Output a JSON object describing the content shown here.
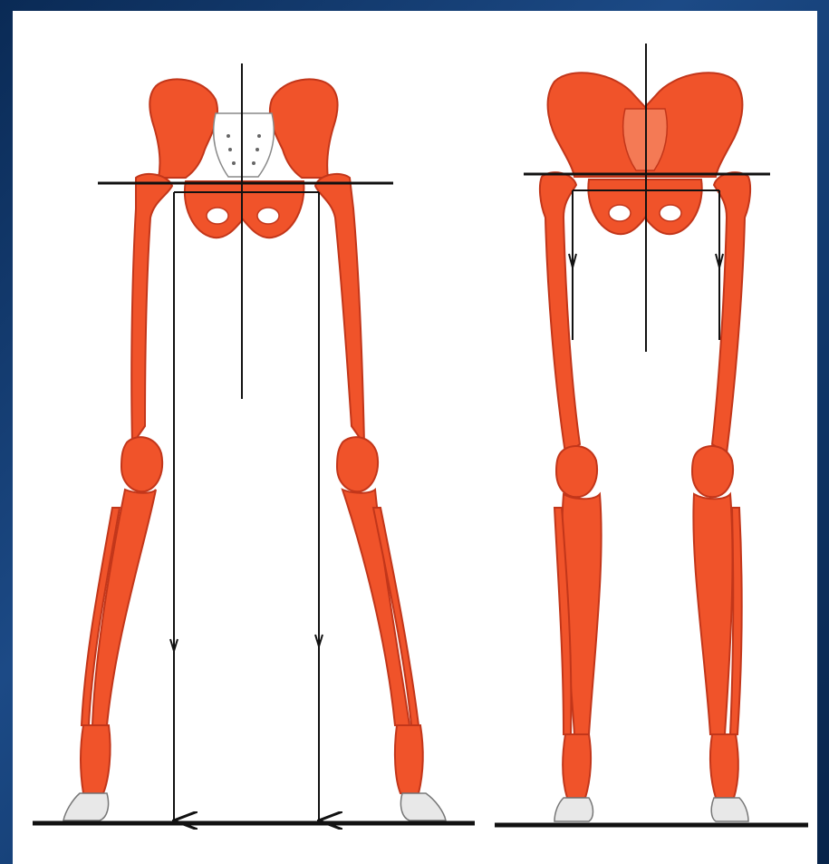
{
  "figure": {
    "colors": {
      "bone_fill": "#f0532a",
      "bone_stroke": "#c2361a",
      "sacrum_fill": "#ffffff",
      "line": "#111111",
      "background": "#ffffff",
      "frame": "#0d2f5e"
    },
    "panels": [
      {
        "id": "left",
        "view": "skeleton-lower-limbs-valgus"
      },
      {
        "id": "right",
        "view": "skeleton-lower-limbs-straight"
      }
    ]
  }
}
